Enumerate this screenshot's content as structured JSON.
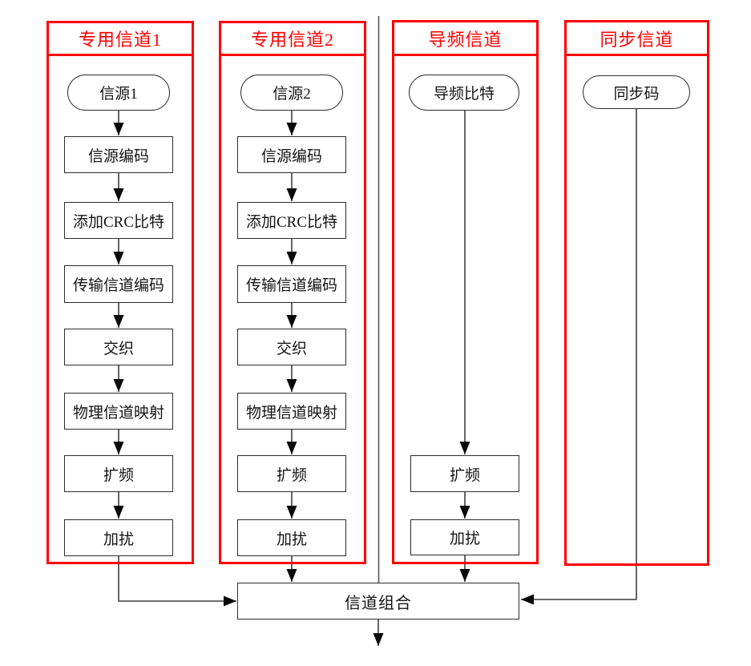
{
  "colors": {
    "frame_red": "#fe0000",
    "line_gray": "#3f3f3f",
    "arrow_black": "#0a0a0a"
  },
  "columns": [
    {
      "title": "专用信道1",
      "source": "信源1",
      "steps": [
        "信源编码",
        "添加CRC比特",
        "传输信道编码",
        "交织",
        "物理信道映射",
        "扩频",
        "加扰"
      ]
    },
    {
      "title": "专用信道2",
      "source": "信源2",
      "steps": [
        "信源编码",
        "添加CRC比特",
        "传输信道编码",
        "交织",
        "物理信道映射",
        "扩频",
        "加扰"
      ]
    },
    {
      "title": "导频信道",
      "source": "导频比特",
      "steps": [
        "扩频",
        "加扰"
      ]
    },
    {
      "title": "同步信道",
      "source": "同步码",
      "steps": []
    }
  ],
  "combiner": {
    "label": "信道组合"
  }
}
